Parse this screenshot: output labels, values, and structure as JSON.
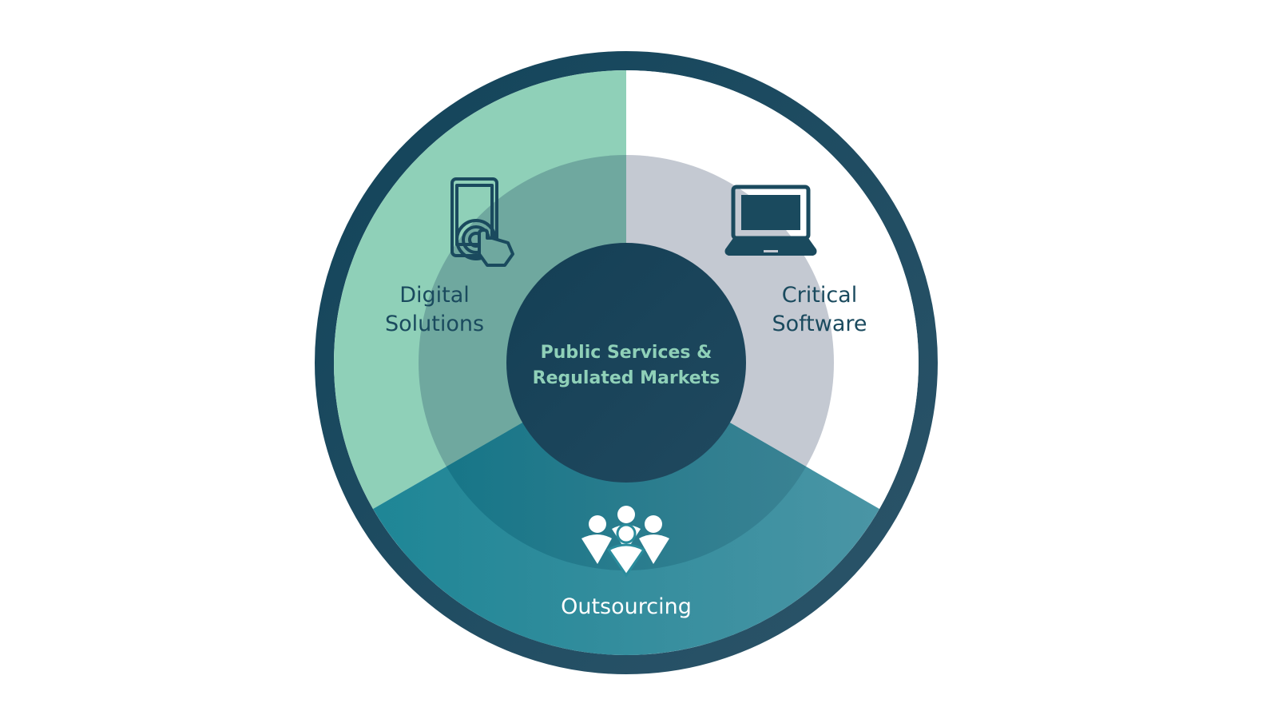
{
  "diagram": {
    "segments": [
      {
        "id": "digital",
        "label_lines": [
          "Digital",
          "Solutions"
        ],
        "icon": "touch-tablet-icon",
        "outer_color": "#8fd0b8",
        "inner_color": "#6fa89f"
      },
      {
        "id": "critical",
        "label_lines": [
          "Critical",
          "Software"
        ],
        "icon": "laptop-icon",
        "outer_color": "#ffffff",
        "inner_color": "#c4c9d2"
      },
      {
        "id": "outsourcing",
        "label_lines": [
          "Outsourcing"
        ],
        "icon": "people-group-icon",
        "outer_color": "#268a9a",
        "inner_color": "#17778a"
      }
    ],
    "center": {
      "lines": [
        "Public Services &",
        "Regulated Markets"
      ],
      "fill": "#1a4a5e",
      "text_color": "#8fd0b8"
    },
    "ring_color": "#1a4a5e",
    "label_color": "#1a4a5e",
    "light_label_color": "#ffffff"
  }
}
